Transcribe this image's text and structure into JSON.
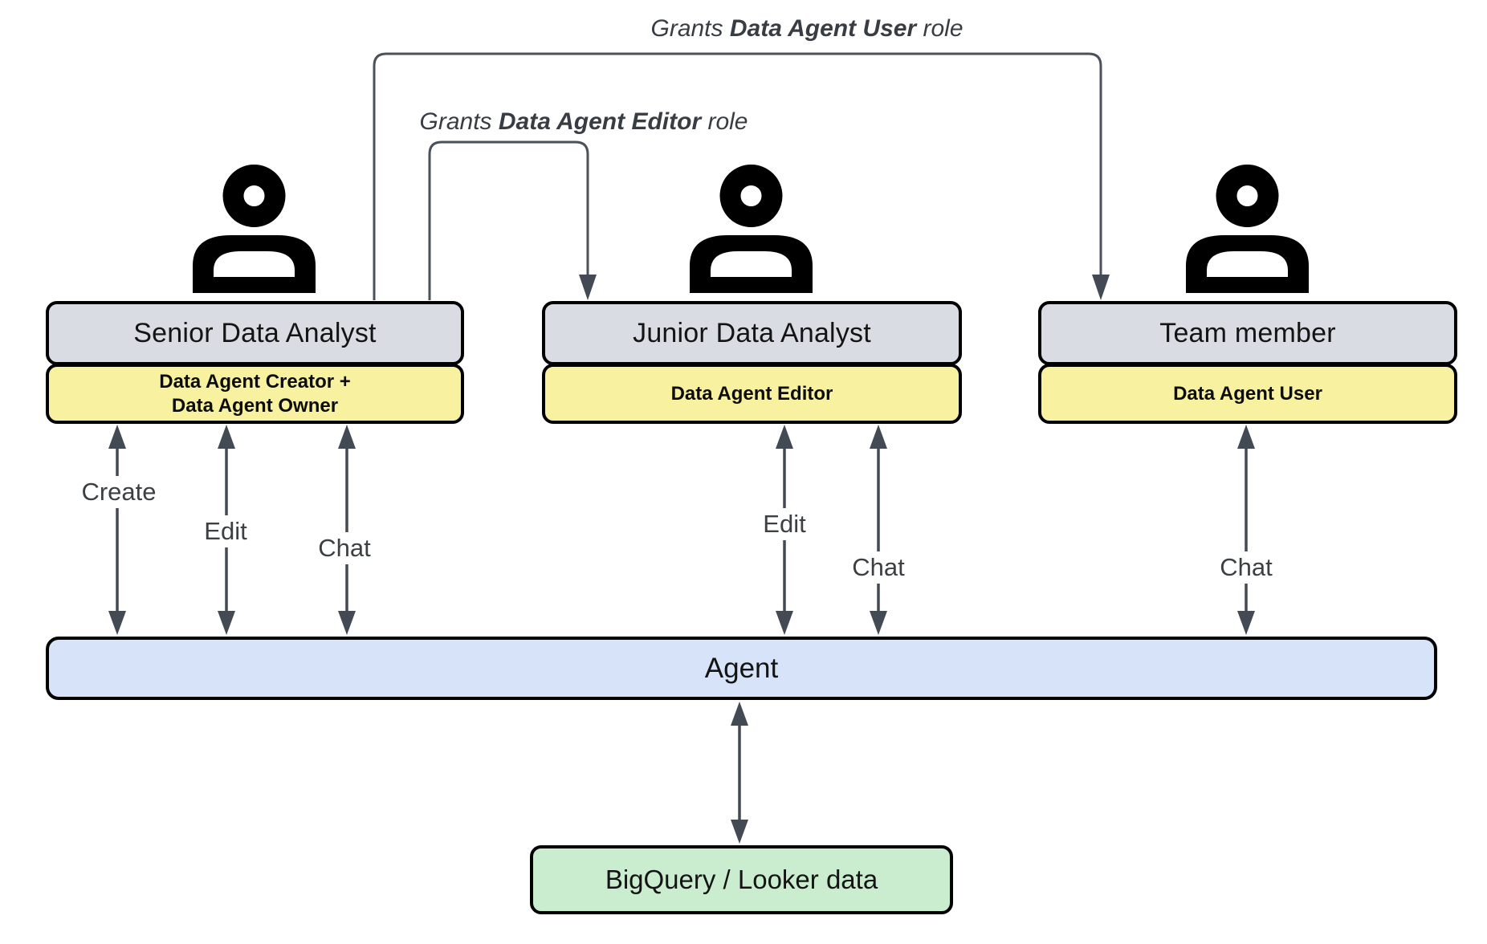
{
  "grants_user": {
    "prefix": "Grants ",
    "bold": "Data Agent User",
    "suffix": " role"
  },
  "grants_editor": {
    "prefix": "Grants ",
    "bold": "Data Agent Editor",
    "suffix": " role"
  },
  "actors": [
    {
      "title": "Senior Data Analyst",
      "roles": [
        "Data Agent Creator +",
        "Data Agent Owner"
      ],
      "actions": [
        "Create",
        "Edit",
        "Chat"
      ]
    },
    {
      "title": "Junior Data Analyst",
      "roles": [
        "Data Agent Editor"
      ],
      "actions": [
        "Edit",
        "Chat"
      ]
    },
    {
      "title": "Team member",
      "roles": [
        "Data Agent User"
      ],
      "actions": [
        "Chat"
      ]
    }
  ],
  "agent": {
    "label": "Agent"
  },
  "datastore": {
    "label": "BigQuery / Looker data"
  },
  "colors": {
    "actor_fill": "#d9dce3",
    "role_fill": "#f8f1a0",
    "agent_fill": "#d7e3f8",
    "datastore_fill": "#caedcf",
    "wire": "#434a54",
    "border": "#000000"
  }
}
